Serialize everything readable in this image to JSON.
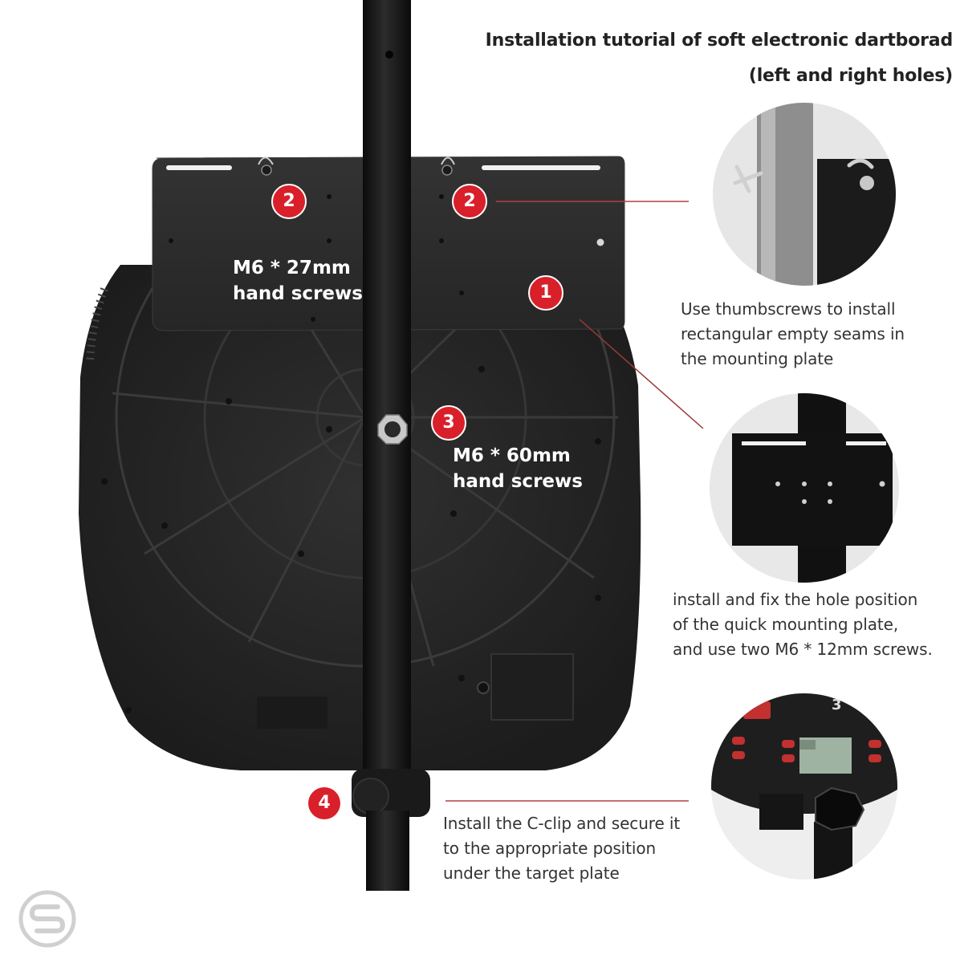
{
  "title": {
    "line1": "Installation tutorial of soft electronic dartborad",
    "line2": "(left and right holes)"
  },
  "overlay_labels": {
    "hand_screws_27": [
      "M6 * 27mm",
      "hand screws"
    ],
    "hand_screws_60": [
      "M6 * 60mm",
      "hand screws"
    ]
  },
  "steps": {
    "badge_1": "1",
    "badge_2_left": "2",
    "badge_2_right": "2",
    "badge_3": "3",
    "badge_4": "4"
  },
  "captions": {
    "thumbscrews": [
      "Use thumbscrews to install",
      "rectangular empty seams in",
      "the mounting plate"
    ],
    "quick_plate": [
      "install and fix the hole position",
      "of the quick mounting plate,",
      "and use two M6 * 12mm screws."
    ],
    "c_clip": [
      "Install the C-clip and secure it",
      "to the appropriate position",
      "under the target plate"
    ]
  },
  "colors": {
    "accent": "#d9202a",
    "board": "#232323",
    "plate": "#2b2b2b",
    "pole": "#141414",
    "leader_line": "#9a3a3a"
  },
  "icons": {
    "brand_logo": "brand-logo-icon"
  }
}
